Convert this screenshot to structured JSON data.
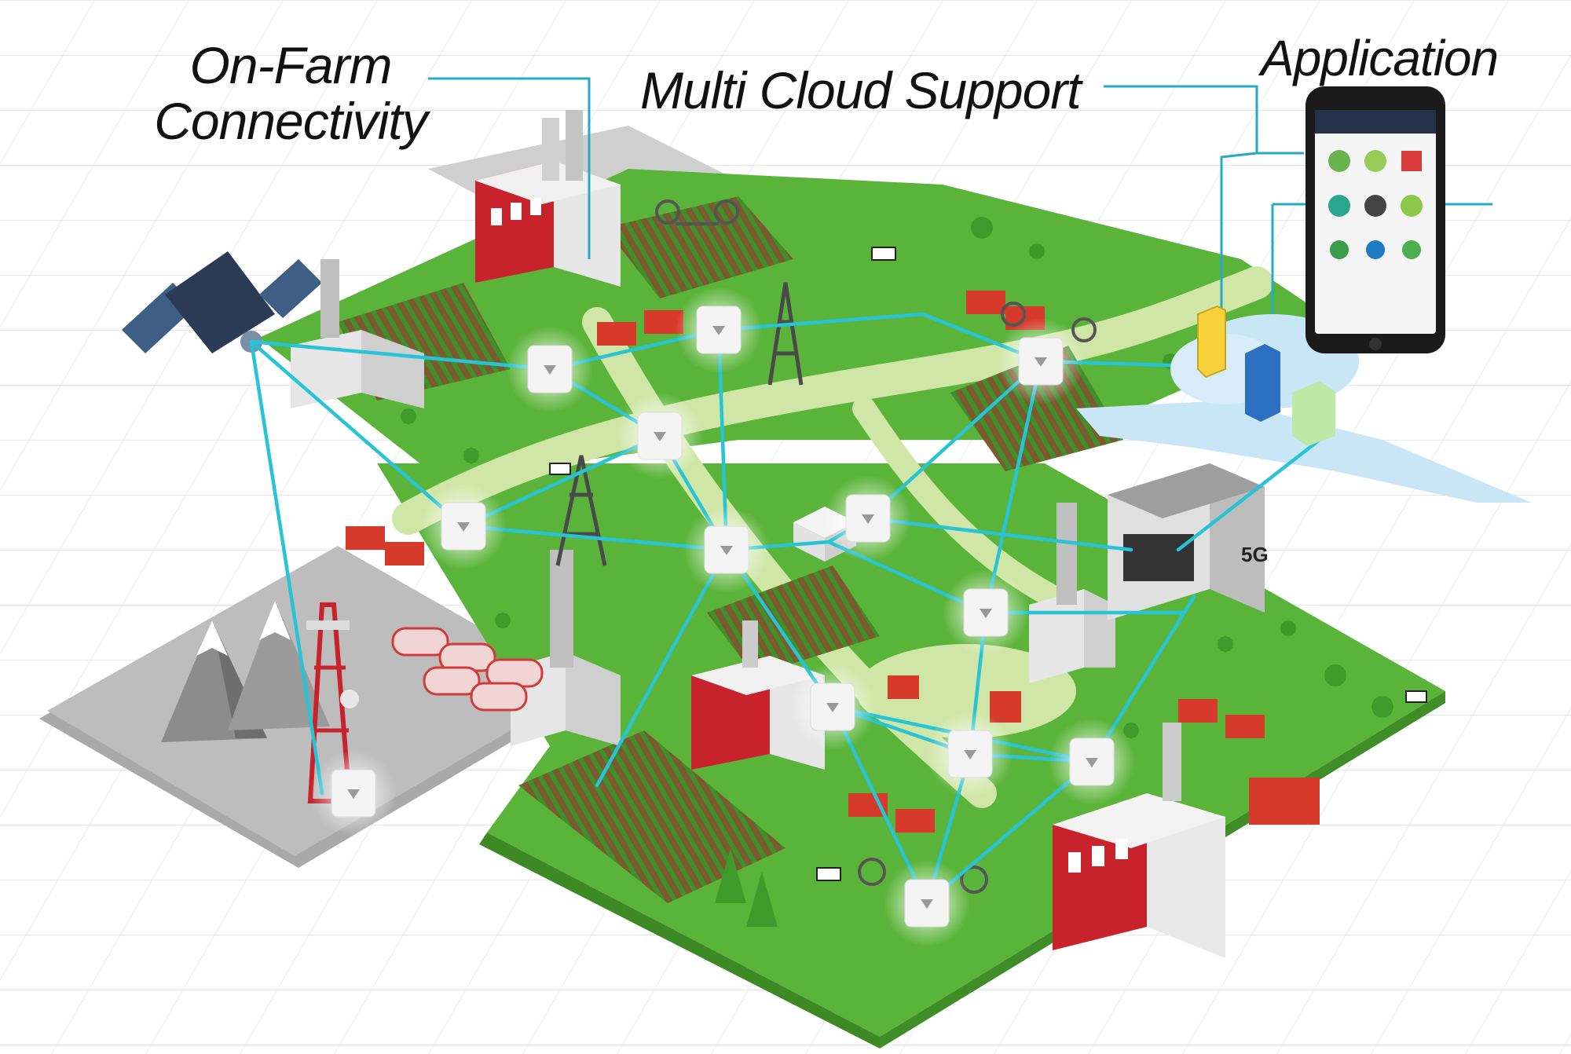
{
  "labels": {
    "on_farm_line1": "On-Farm",
    "on_farm_line2": "Connectivity",
    "multi_cloud": "Multi Cloud Support",
    "application": "Application"
  },
  "badge_5g": "5G",
  "colors": {
    "grass": "#5bb43a",
    "grass_light": "#cfe6a6",
    "pavement": "#b8b8b8",
    "link": "#27c3d6",
    "factory_red": "#c8232c",
    "phone_body": "#1a1a1a",
    "cloud_blue": "#c9e6f7"
  },
  "icons": [
    "satellite-icon",
    "cell-tower-icon",
    "drone-icon",
    "wifi-access-point-icon",
    "factory-icon",
    "oil-derrick-icon",
    "server-icon",
    "smartphone-icon",
    "cloud-icon",
    "mountain-icon",
    "cow-icon",
    "tree-icon",
    "barn-icon"
  ]
}
